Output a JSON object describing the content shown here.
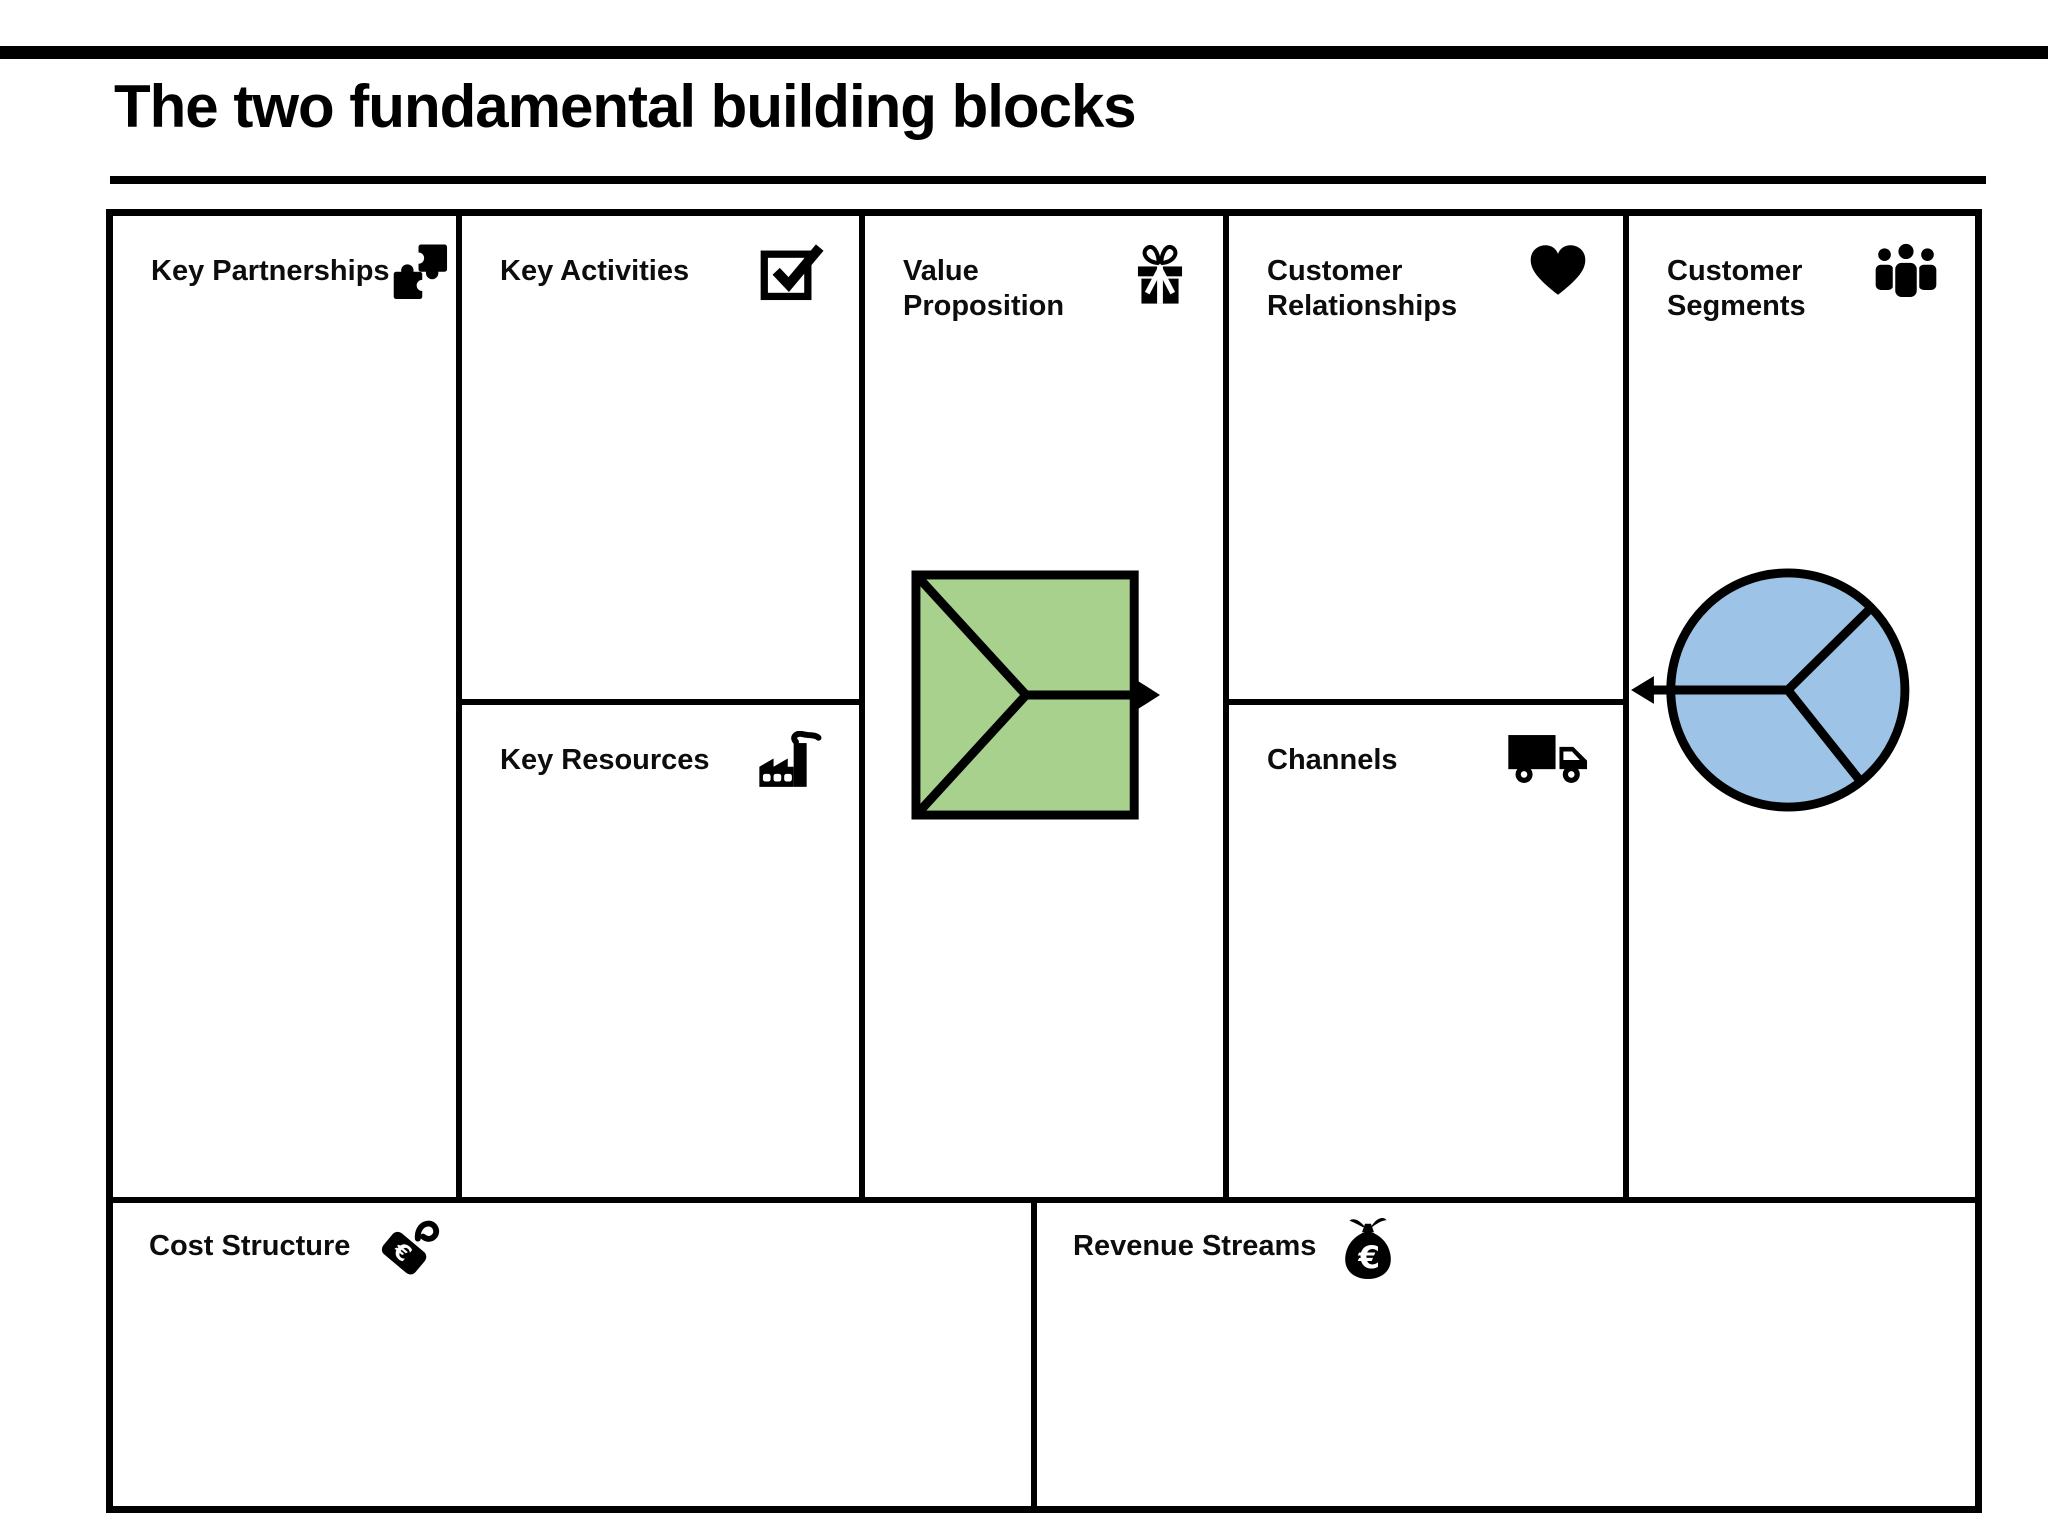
{
  "title": "The two fundamental building blocks",
  "canvas": {
    "cells": {
      "key_partnerships": {
        "label": "Key Partnerships",
        "icon": "puzzle-icon"
      },
      "key_activities": {
        "label": "Key Activities",
        "icon": "checkbox-icon"
      },
      "key_resources": {
        "label": "Key Resources",
        "icon": "factory-icon"
      },
      "value_proposition": {
        "label": "Value Proposition",
        "icon": "gift-icon"
      },
      "customer_relationships": {
        "label": "Customer Relationships",
        "icon": "heart-icon"
      },
      "channels": {
        "label": "Channels",
        "icon": "truck-icon"
      },
      "customer_segments": {
        "label": "Customer Segments",
        "icon": "people-icon"
      },
      "cost_structure": {
        "label": "Cost Structure",
        "icon": "euro-price-tag-icon"
      },
      "revenue_streams": {
        "label": "Revenue Streams",
        "icon": "euro-money-bag-icon"
      }
    },
    "shapes": {
      "value_proposition_square": {
        "type": "square-with-right-arrow",
        "fill": "#a9d18e",
        "stroke": "#000000"
      },
      "customer_segments_circle": {
        "type": "circle-three-segments-left-arrow",
        "fill": "#9dc3e6",
        "stroke": "#000000"
      }
    },
    "colors": {
      "border": "#000000",
      "background": "#ffffff",
      "text": "#0d0d0d"
    },
    "currency": "€"
  }
}
